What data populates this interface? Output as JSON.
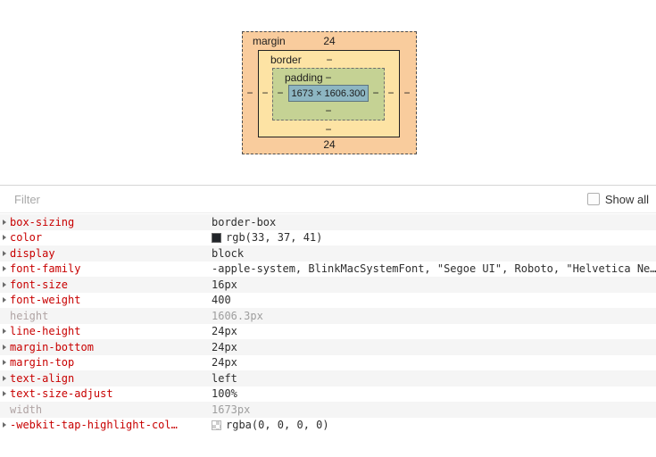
{
  "colors": {
    "property_name_red": "#c80000",
    "box_margin_bg": "#f9cc9d",
    "box_border_bg": "#fde3a4",
    "box_padding_bg": "#c5d294",
    "box_content_bg": "#8db6c2",
    "color_swatch": "#212529",
    "row_alt_bg": "#f5f5f5"
  },
  "box_model": {
    "margin_label": "margin",
    "border_label": "border",
    "padding_label": "padding",
    "content_text": "1673 × 1606.300",
    "values": {
      "margin_top": "24",
      "margin_bottom": "24",
      "margin_left": "−",
      "margin_right": "−",
      "border_top": "−",
      "border_bottom": "−",
      "border_left": "−",
      "border_right": "−",
      "padding_top": "−",
      "padding_bottom": "−",
      "padding_left": "−",
      "padding_right": "−"
    }
  },
  "filter_bar": {
    "placeholder": "Filter",
    "show_all_label": "Show all",
    "show_all_checked": false
  },
  "computed": {
    "rows": [
      {
        "name": "box-sizing",
        "value": "border-box",
        "expandable": true,
        "muted": false
      },
      {
        "name": "color",
        "value": "rgb(33, 37, 41)",
        "expandable": true,
        "muted": false,
        "swatch": "#212529"
      },
      {
        "name": "display",
        "value": "block",
        "expandable": true,
        "muted": false
      },
      {
        "name": "font-family",
        "value": "-apple-system, BlinkMacSystemFont, \"Segoe UI\", Roboto, \"Helvetica Ne…",
        "expandable": true,
        "muted": false
      },
      {
        "name": "font-size",
        "value": "16px",
        "expandable": true,
        "muted": false
      },
      {
        "name": "font-weight",
        "value": "400",
        "expandable": true,
        "muted": false
      },
      {
        "name": "height",
        "value": "1606.3px",
        "expandable": false,
        "muted": true
      },
      {
        "name": "line-height",
        "value": "24px",
        "expandable": true,
        "muted": false
      },
      {
        "name": "margin-bottom",
        "value": "24px",
        "expandable": true,
        "muted": false
      },
      {
        "name": "margin-top",
        "value": "24px",
        "expandable": true,
        "muted": false
      },
      {
        "name": "text-align",
        "value": "left",
        "expandable": true,
        "muted": false
      },
      {
        "name": "text-size-adjust",
        "value": "100%",
        "expandable": true,
        "muted": false
      },
      {
        "name": "width",
        "value": "1673px",
        "expandable": false,
        "muted": true
      },
      {
        "name": "-webkit-tap-highlight-col…",
        "value": "rgba(0, 0, 0, 0)",
        "expandable": true,
        "muted": false,
        "swatch": "transparent"
      }
    ]
  }
}
